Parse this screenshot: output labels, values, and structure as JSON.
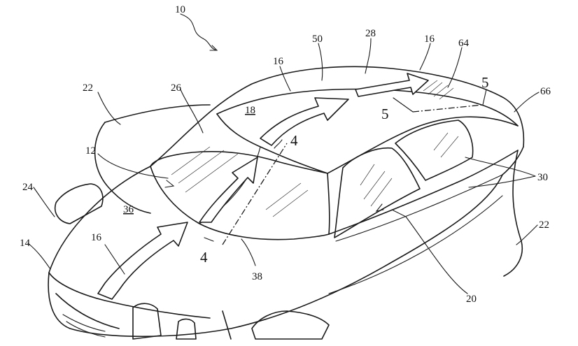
{
  "labels": {
    "ref_10": "10",
    "ref_50": "50",
    "ref_28": "28",
    "ref_16_top": "16",
    "ref_64": "64",
    "ref_16_mid": "16",
    "ref_22_left": "22",
    "ref_26": "26",
    "ref_18": "18",
    "ref_5_right": "5",
    "ref_66": "66",
    "ref_5_left": "5",
    "ref_4_top": "4",
    "ref_12": "12",
    "ref_30": "30",
    "ref_24": "24",
    "ref_36": "36",
    "ref_22_right": "22",
    "ref_14": "14",
    "ref_16_left": "16",
    "ref_4_bottom": "4",
    "ref_38": "38",
    "ref_20": "20"
  }
}
